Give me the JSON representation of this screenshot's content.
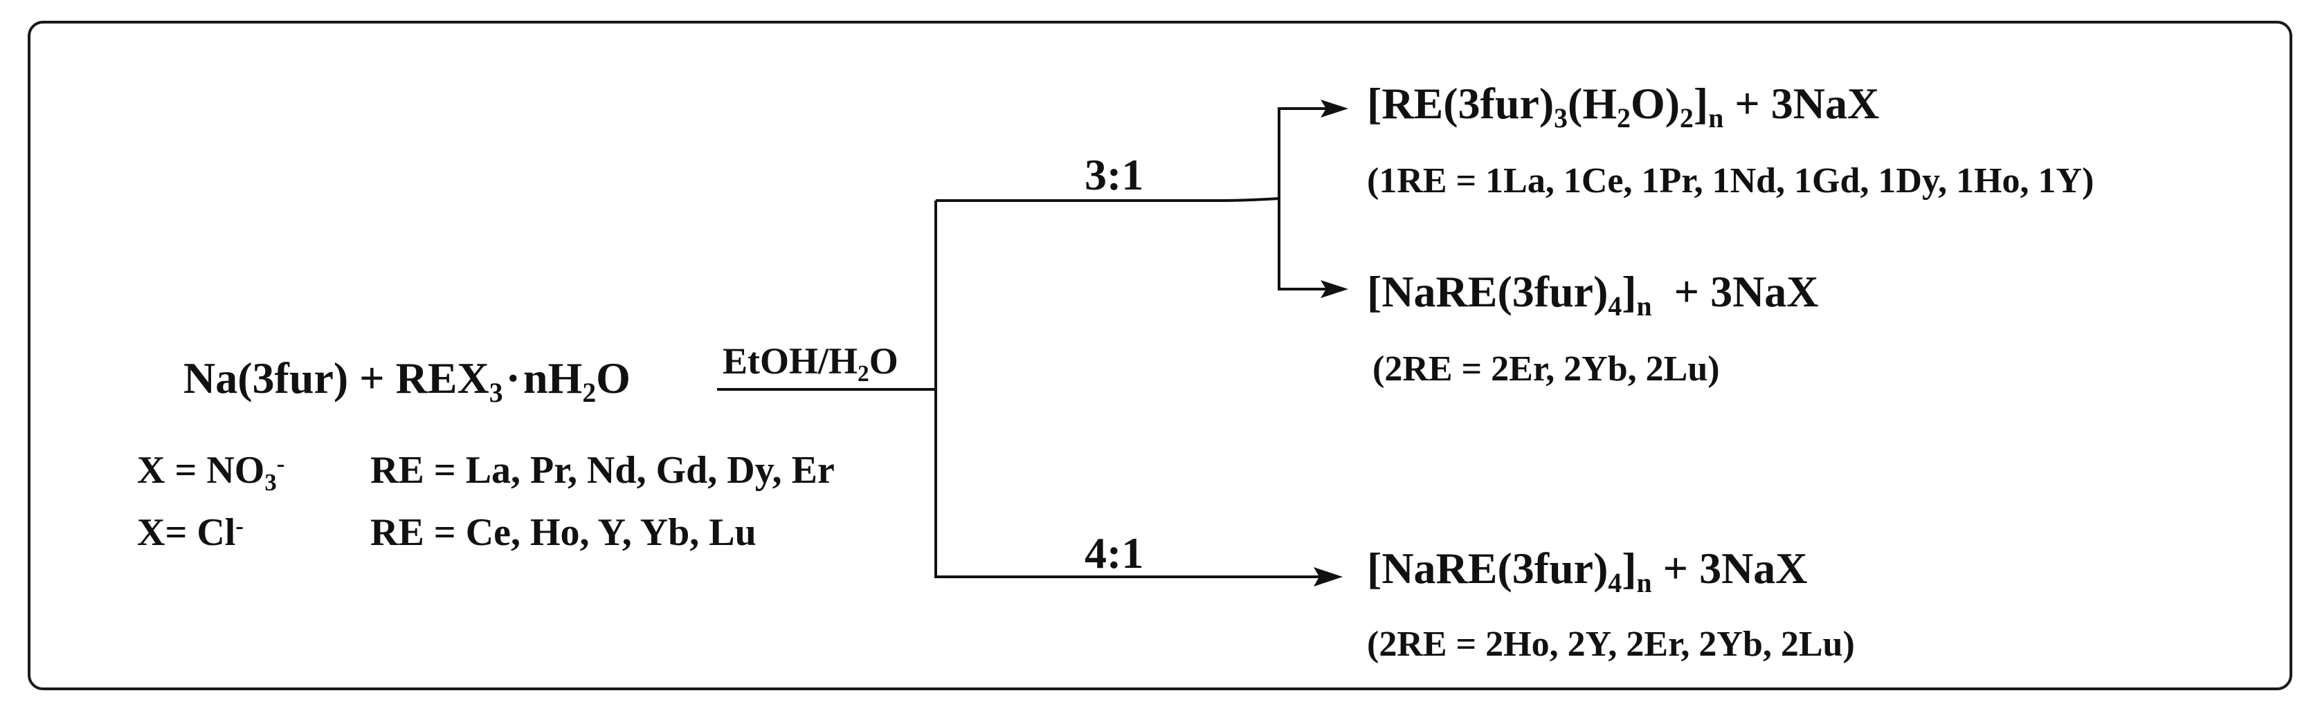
{
  "reactants": {
    "salt": "Na(3fur)",
    "plus": "+",
    "rex_prefix": "REX",
    "rex_sub": "3",
    "dot": "·",
    "hydrate_n": "nH",
    "hydrate_sub": "2",
    "hydrate_o": "O"
  },
  "conditions": {
    "solvent_a": "EtOH/H",
    "solvent_sub": "2",
    "solvent_b": "O"
  },
  "anion_notes": [
    {
      "x_label": "X = NO",
      "x_sub": "3",
      "x_sup": "-",
      "re_list": "RE = La, Pr, Nd, Gd, Dy, Er"
    },
    {
      "x_label": "X= Cl",
      "x_sub": "",
      "x_sup": "-",
      "re_list": "RE = Ce, Ho, Y, Yb, Lu"
    }
  ],
  "branches": {
    "ratio_31": "3:1",
    "ratio_41": "4:1"
  },
  "products": {
    "p1": {
      "a": "[RE(3fur)",
      "s1": "3",
      "b": "(H",
      "s2": "2",
      "c": "O)",
      "s3": "2",
      "d": "]",
      "s4": "n",
      "e": " + 3NaX",
      "note": "(1RE = 1La, 1Ce, 1Pr, 1Nd, 1Gd, 1Dy, 1Ho, 1Y)"
    },
    "p2": {
      "a": "[NaRE(3fur)",
      "s1": "4",
      "b": "]",
      "s2": "n",
      "c": "  + 3NaX",
      "note": "(2RE = 2Er, 2Yb, 2Lu)"
    },
    "p3": {
      "a": "[NaRE(3fur)",
      "s1": "4",
      "b": "]",
      "s2": "n",
      "c": " + 3NaX",
      "note": "(2RE = 2Ho, 2Y, 2Er, 2Yb, 2Lu)"
    }
  }
}
